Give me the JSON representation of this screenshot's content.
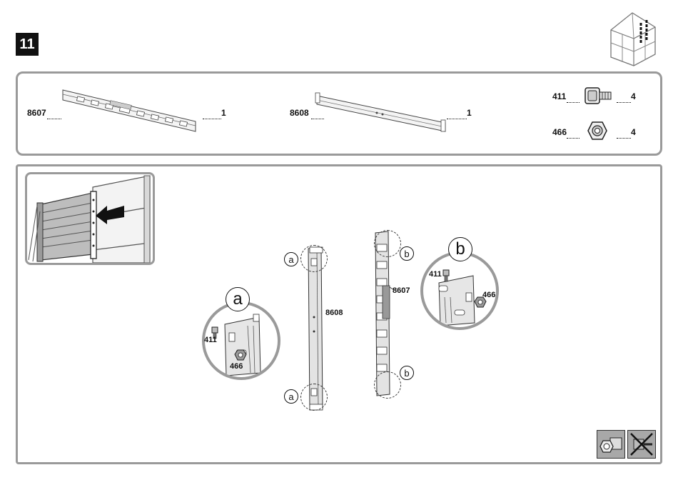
{
  "step": {
    "number": "11"
  },
  "parts": [
    {
      "code": "8607",
      "qty": "1"
    },
    {
      "code": "8608",
      "qty": "1"
    },
    {
      "code": "411",
      "qty": "4"
    },
    {
      "code": "466",
      "qty": "4"
    }
  ],
  "main": {
    "rail_labels": {
      "left": "8608",
      "right": "8607"
    },
    "callouts": {
      "a": "a",
      "b": "b"
    },
    "detail_a": {
      "letter": "a",
      "bolt": "411",
      "nut": "466"
    },
    "detail_b": {
      "letter": "b",
      "bolt": "411",
      "nut": "466"
    }
  },
  "icons": [
    "greenhouse-thumbnail-icon",
    "use-nut-icon",
    "no-drill-icon",
    "arrow-icon"
  ]
}
